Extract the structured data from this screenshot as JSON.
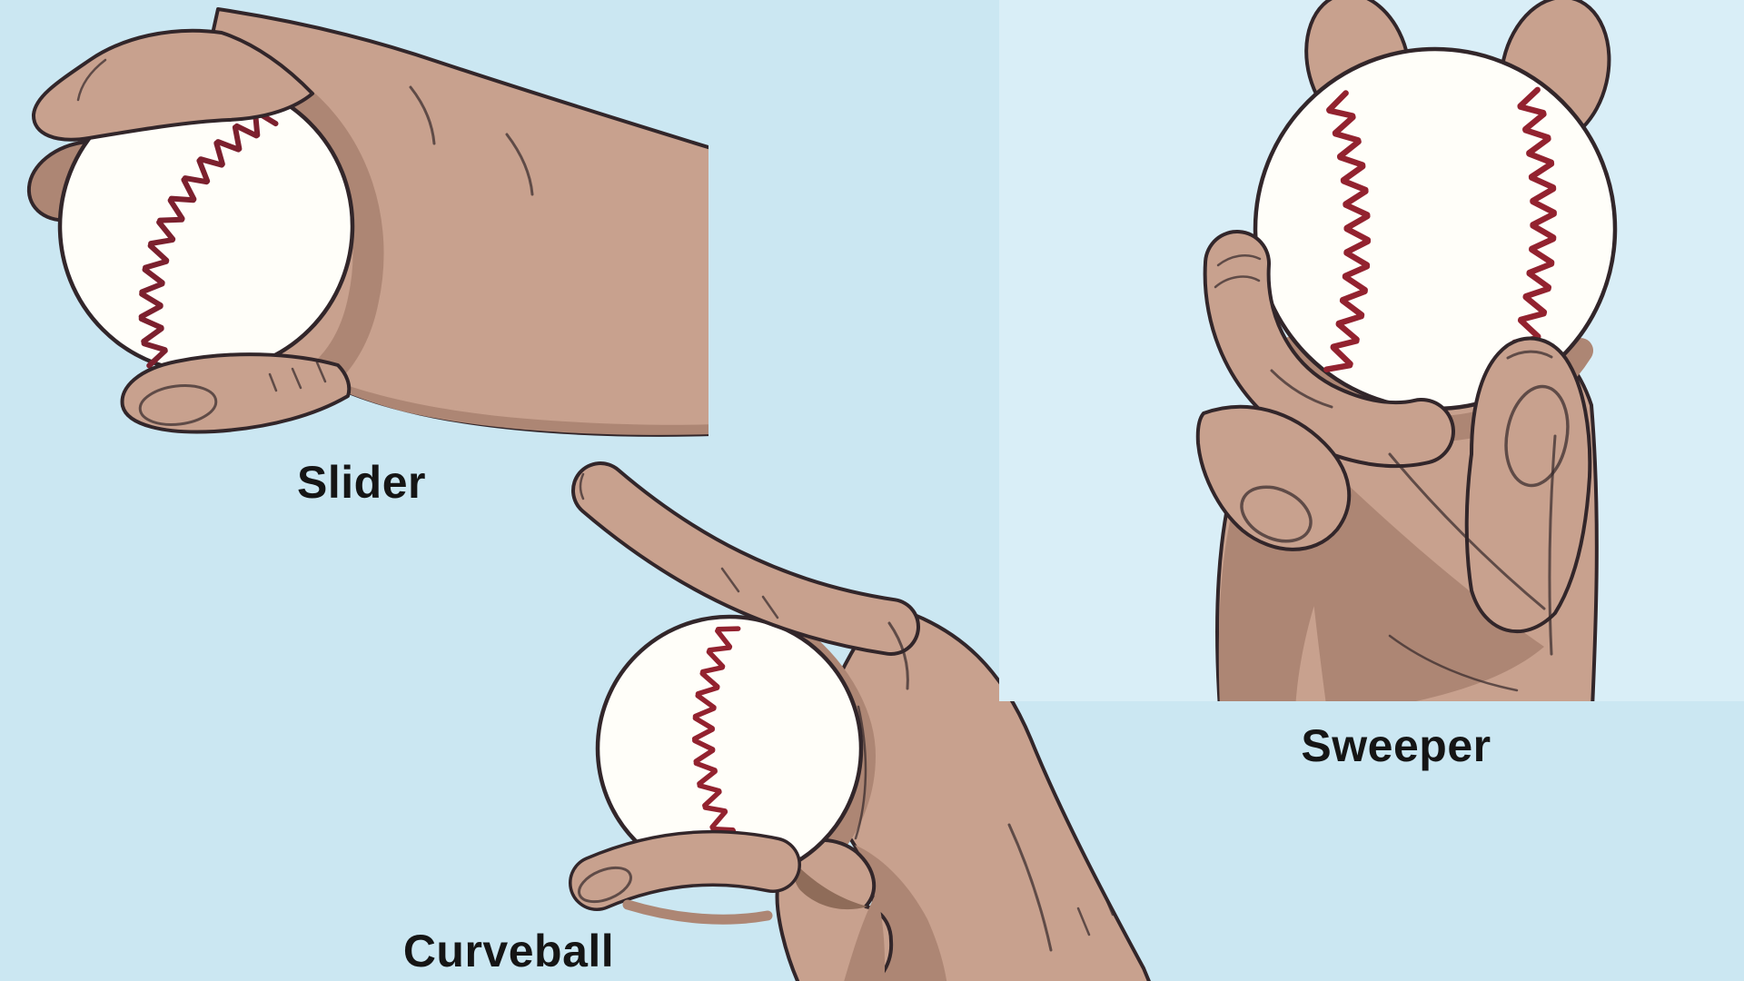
{
  "figures": [
    {
      "id": "slider",
      "label": "Slider"
    },
    {
      "id": "curveball",
      "label": "Curveball"
    },
    {
      "id": "sweeper",
      "label": "Sweeper"
    }
  ],
  "colors": {
    "page_background": "#cbe7f2",
    "sweeper_panel_background": "#d9eef7",
    "skin": "#c8a18e",
    "skin_shadow": "#ad8674",
    "skin_dark": "#8f6c59",
    "outline": "#32262a",
    "ball": "#fffef9",
    "stitch_slider": "#7c202e",
    "stitch": "#93222f",
    "label_text": "#151515"
  }
}
